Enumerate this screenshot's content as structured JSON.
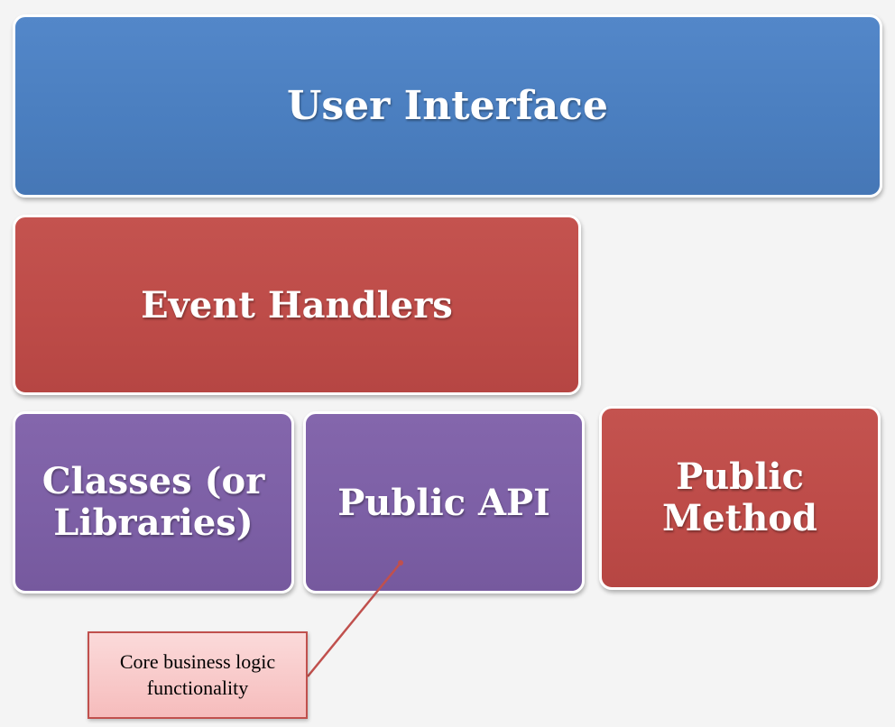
{
  "blocks": {
    "user_interface": {
      "label": "User Interface",
      "color": "#4a7ebf"
    },
    "event_handlers": {
      "label": "Event Handlers",
      "color": "#bd4b48"
    },
    "classes": {
      "label": "Classes (or\nLibraries)",
      "color": "#7c5fa5"
    },
    "public_api": {
      "label": "Public API",
      "color": "#7c5fa5"
    },
    "public_method": {
      "label": "Public\nMethod",
      "color": "#bd4b48"
    }
  },
  "callout": {
    "label": "Core business logic\nfunctionality",
    "border_color": "#c0504d"
  }
}
